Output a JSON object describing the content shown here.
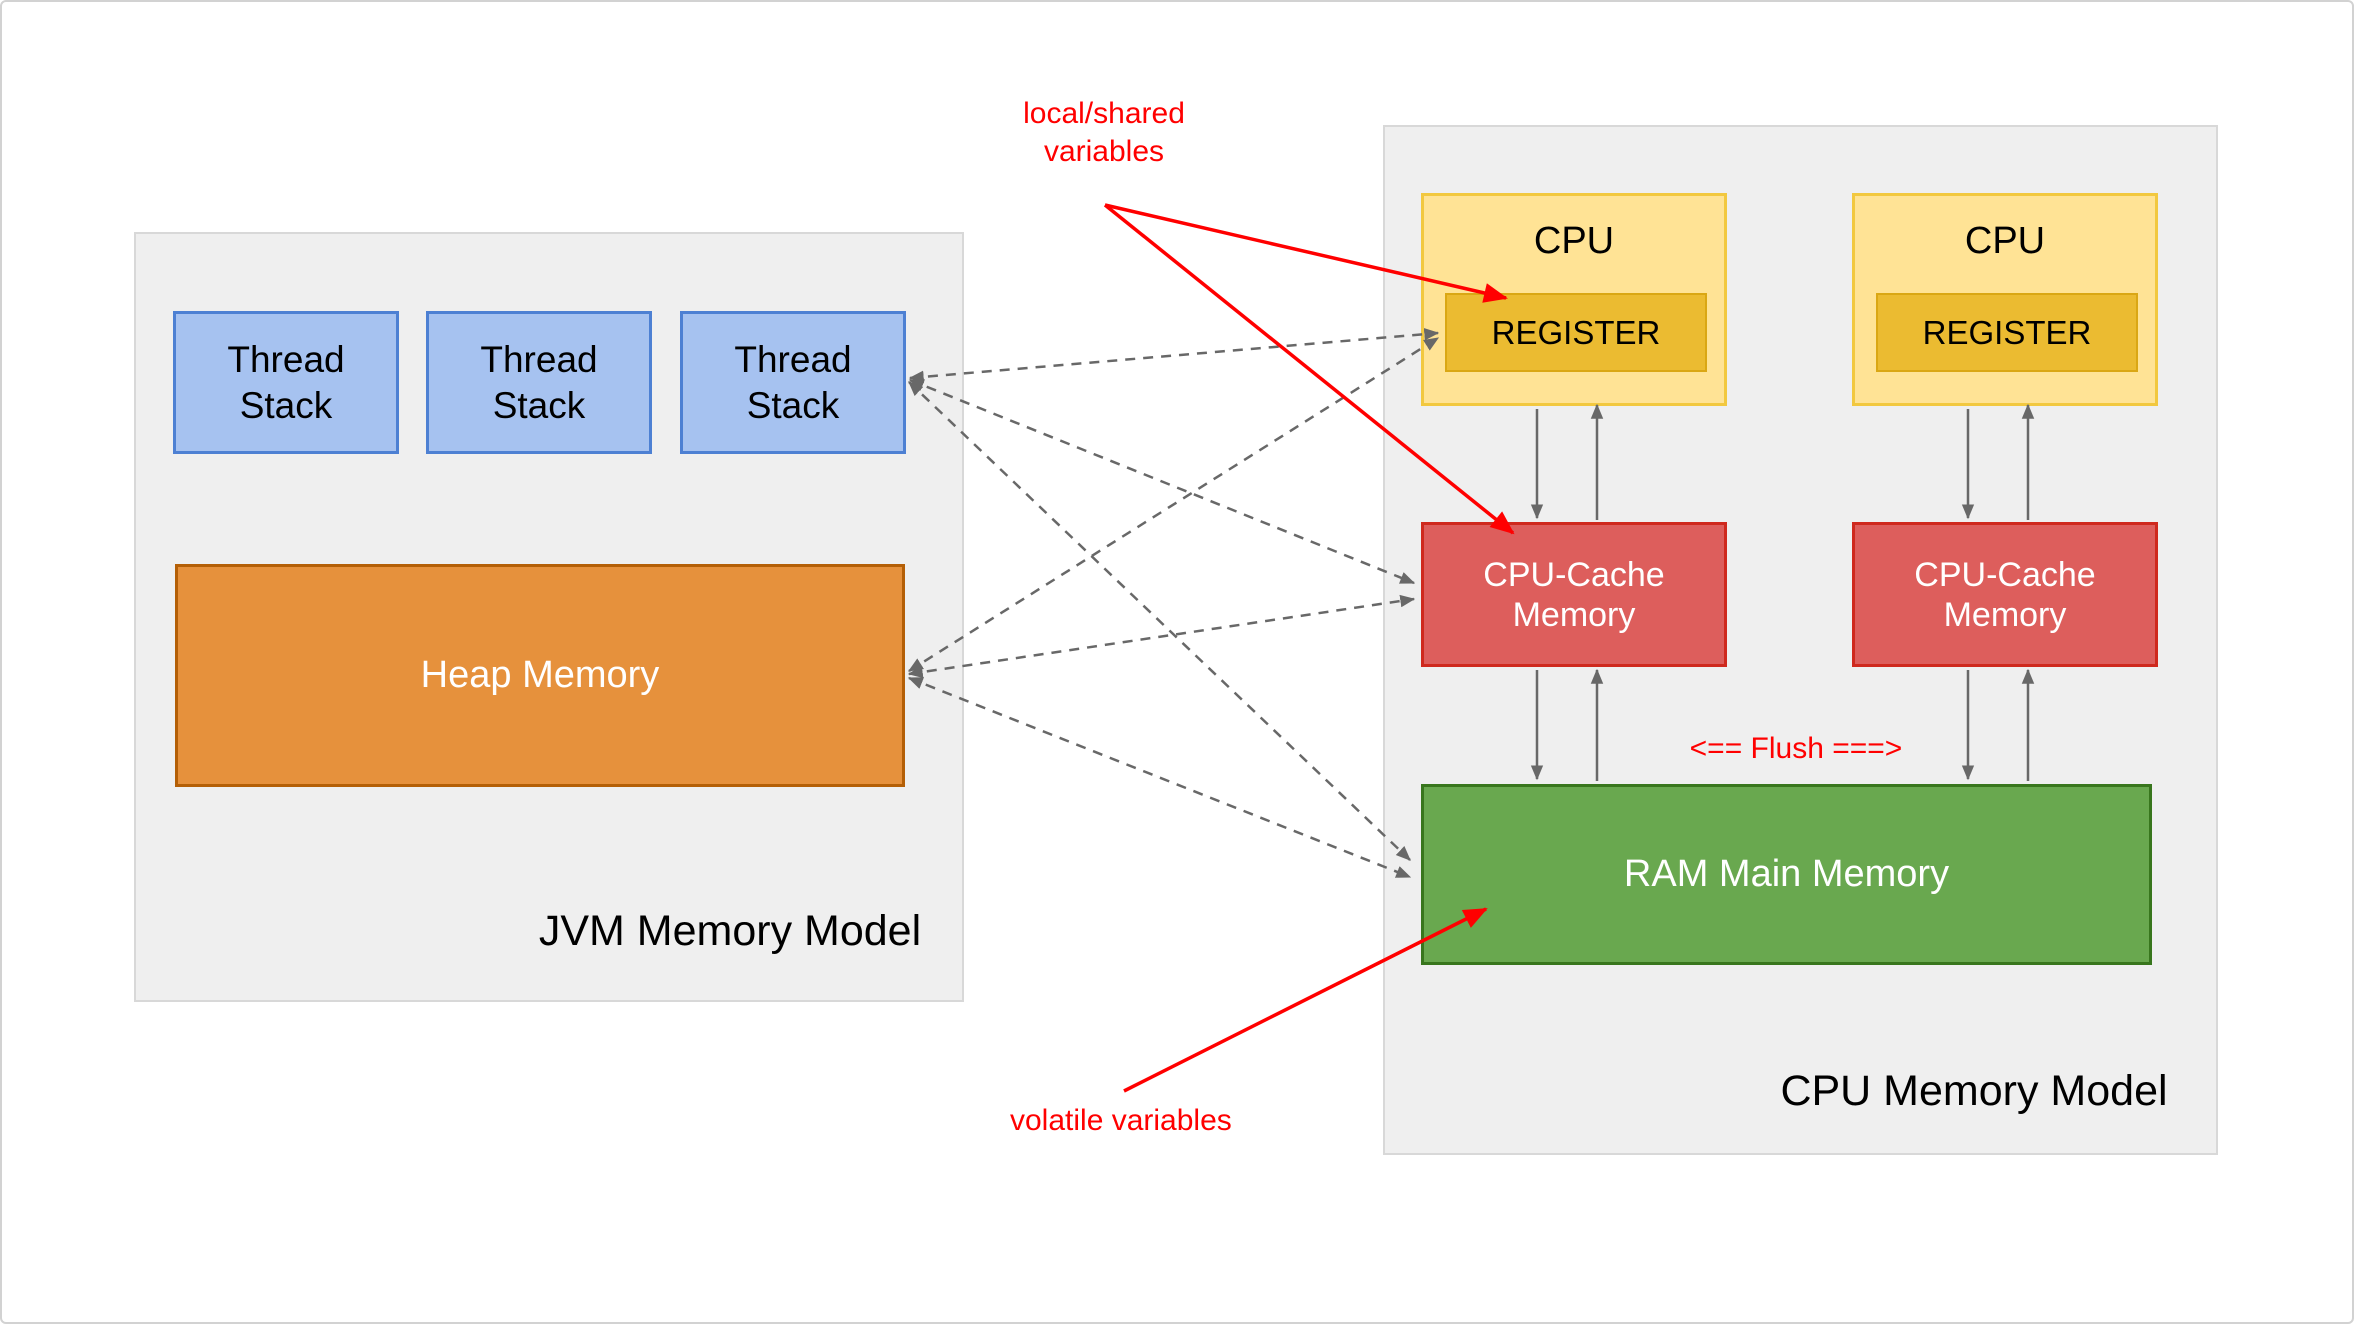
{
  "jvm_panel": {
    "title": "JVM Memory Model",
    "thread_stacks": [
      {
        "label": "Thread Stack"
      },
      {
        "label": "Thread Stack"
      },
      {
        "label": "Thread Stack"
      }
    ],
    "heap": {
      "label": "Heap Memory"
    }
  },
  "cpu_panel": {
    "title": "CPU Memory Model",
    "cpus": [
      {
        "label": "CPU",
        "register_label": "REGISTER"
      },
      {
        "label": "CPU",
        "register_label": "REGISTER"
      }
    ],
    "caches": [
      {
        "label": "CPU-Cache Memory"
      },
      {
        "label": "CPU-Cache Memory"
      }
    ],
    "ram": {
      "label": "RAM Main Memory"
    }
  },
  "annotations": {
    "local_shared": "local/shared variables",
    "volatile": "volatile variables",
    "flush": "<== Flush ===>"
  },
  "colors": {
    "annotation_red": "#ff0000",
    "arrow_gray": "#686868",
    "panel_fill": "#efefef",
    "panel_border": "#d8d8d8",
    "thread_fill": "#a6c2f0",
    "thread_border": "#4d80d3",
    "heap_fill": "#e6913c",
    "heap_border": "#b45f06",
    "cpu_fill": "#ffe395",
    "cpu_border": "#f2c83f",
    "register_fill": "#ebbb31",
    "cache_fill": "#dd5e5c",
    "cache_border": "#cf291e",
    "ram_fill": "#69a84f",
    "ram_border": "#38761d"
  }
}
